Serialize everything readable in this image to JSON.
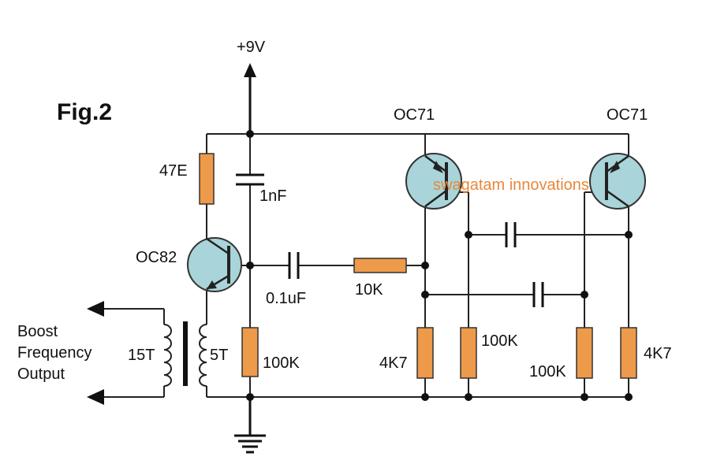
{
  "figure_title": "Fig.2",
  "supply": "+9V",
  "transistors": [
    "OC82",
    "OC71",
    "OC71"
  ],
  "components": {
    "r_47e": "47E",
    "c_1nf": "1nF",
    "c_01uf": "0.1uF",
    "r_10k": "10K",
    "r_100k_left": "100K",
    "r_4k7_left": "4K7",
    "r_100k_mid": "100K",
    "r_100k_right": "100K",
    "r_4k7_right": "4K7"
  },
  "transformer": {
    "primary": "15T",
    "secondary": "5T"
  },
  "output_label": [
    "Boost",
    "Frequency",
    "Output"
  ],
  "watermark": "swagatam innovations",
  "colors": {
    "resistor": "#ED9A4A",
    "transistor": "#A9D4D9",
    "watermark": "#E8873A"
  }
}
